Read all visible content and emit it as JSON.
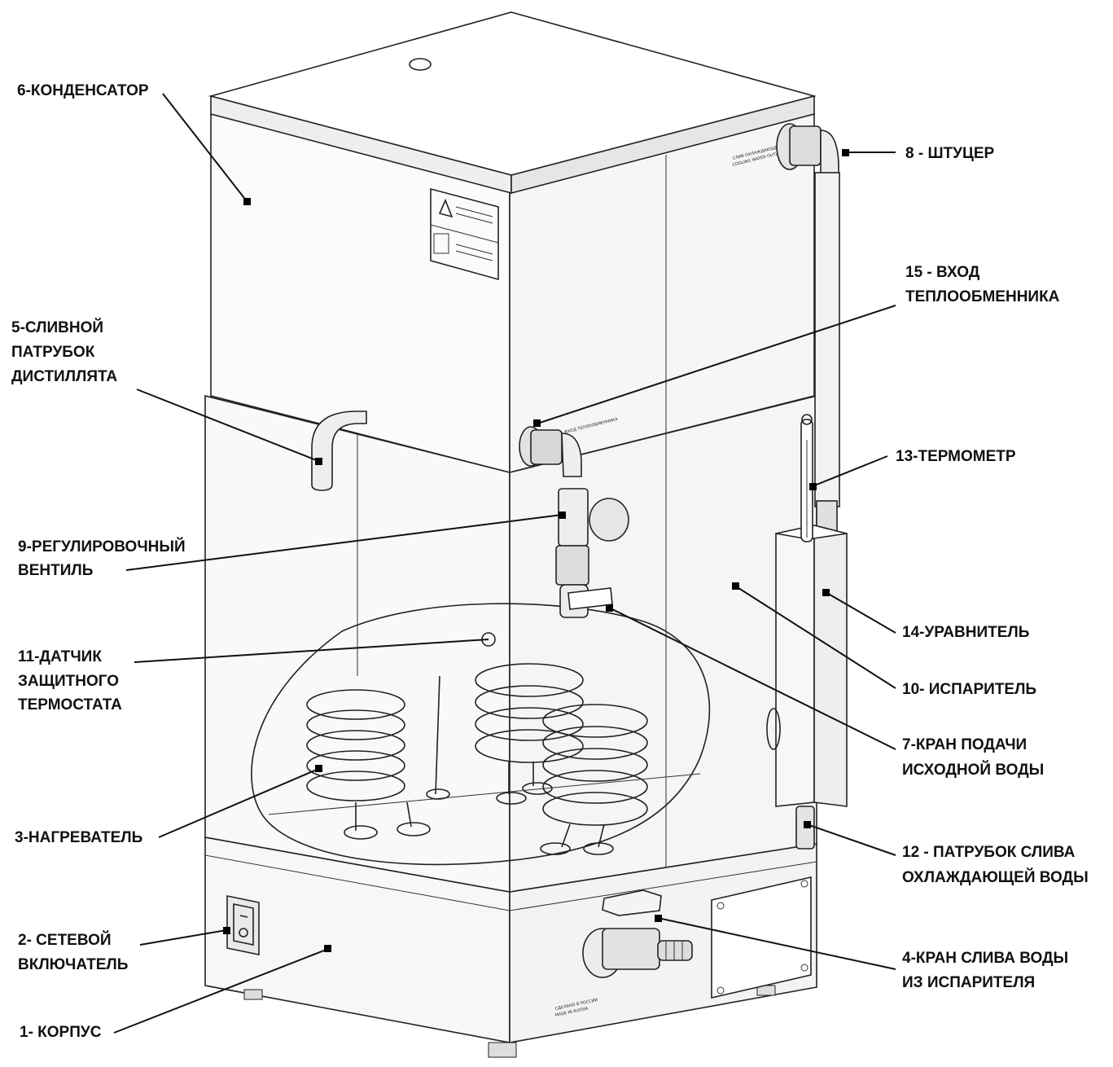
{
  "labels": {
    "l1": "1- КОРПУС",
    "l2a": "2- СЕТЕВОЙ",
    "l2b": "ВКЛЮЧАТЕЛЬ",
    "l3": "3-НАГРЕВАТЕЛЬ",
    "l4a": "4-КРАН СЛИВА ВОДЫ",
    "l4b": "ИЗ ИСПАРИТЕЛЯ",
    "l5a": "5-СЛИВНОЙ",
    "l5b": "ПАТРУБОК",
    "l5c": "ДИСТИЛЛЯТА",
    "l6": "6-КОНДЕНСАТОР",
    "l7a": "7-КРАН ПОДАЧИ",
    "l7b": "ИСХОДНОЙ ВОДЫ",
    "l8": "8 - ШТУЦЕР",
    "l9a": "9-РЕГУЛИРОВОЧНЫЙ",
    "l9b": "ВЕНТИЛЬ",
    "l10": "10- ИСПАРИТЕЛЬ",
    "l11a": "11-ДАТЧИК",
    "l11b": "ЗАЩИТНОГО",
    "l11c": "ТЕРМОСТАТА",
    "l12a": "12 - ПАТРУБОК СЛИВА",
    "l12b": "ОХЛАЖДАЮЩЕЙ ВОДЫ",
    "l13": "13-ТЕРМОМЕТР",
    "l14": "14-УРАВНИТЕЛЬ",
    "l15a": "15 - ВХОД",
    "l15b": "ТЕПЛООБМЕННИКА"
  }
}
